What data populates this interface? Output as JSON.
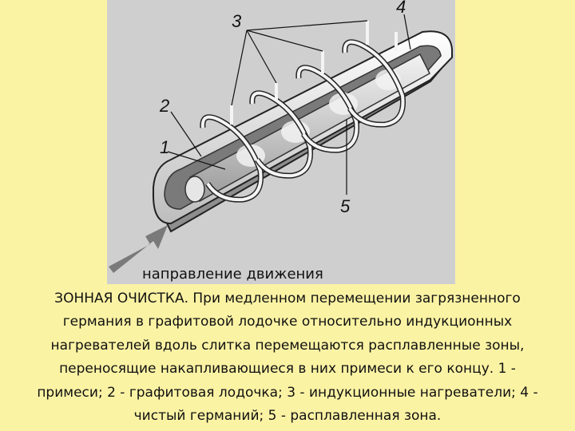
{
  "figure": {
    "labels": {
      "impurities": "1",
      "boat": "2",
      "heaters": "3",
      "pure_germanium": "4",
      "molten_zone": "5"
    },
    "direction_label": "направление движения"
  },
  "caption": {
    "lines": [
      "ЗОННАЯ ОЧИСТКА. При медленном перемещении загрязненного",
      "германия в графитовой лодочке относительно индукционных",
      "нагревателей вдоль слитка перемещаются расплавленные зоны,",
      "переносящие накапливающиеся в них примеси к его концу. 1 -",
      "примеси; 2 - графитовая лодочка; 3 - индукционные нагреватели; 4 -",
      "чистый германий; 5 - расплавленная зона."
    ]
  }
}
